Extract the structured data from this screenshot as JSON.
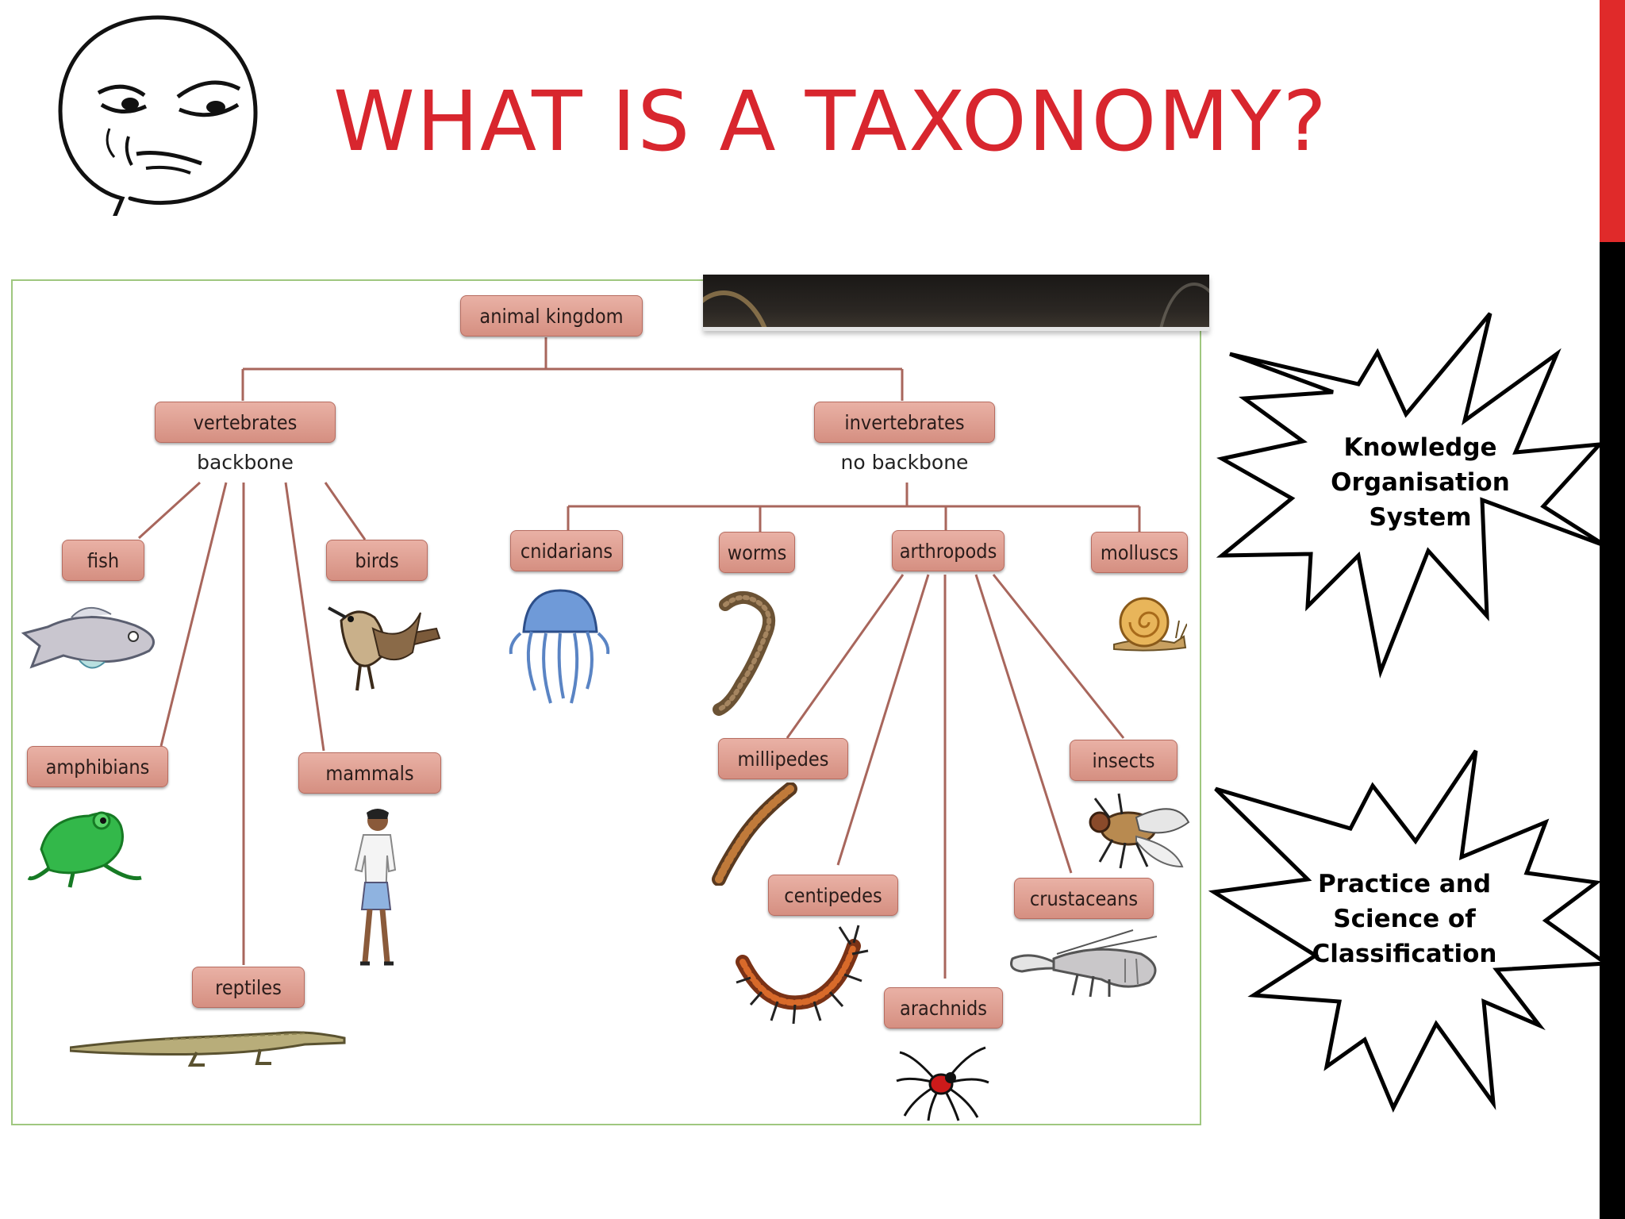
{
  "slide": {
    "title": "WHAT IS A TAXONOMY?",
    "accent_colors": {
      "title": "#d8262e",
      "side_bar_top": "#e02a2a",
      "side_bar_bottom": "#000000",
      "node_fill": "#d99484"
    }
  },
  "diagram": {
    "root": "animal kingdom",
    "vertebrates": {
      "label": "vertebrates",
      "note": "backbone"
    },
    "invertebrates": {
      "label": "invertebrates",
      "note": "no backbone"
    },
    "vertebrate_groups": [
      "fish",
      "birds",
      "amphibians",
      "mammals",
      "reptiles"
    ],
    "invertebrate_groups": [
      "cnidarians",
      "worms",
      "arthropods",
      "molluscs"
    ],
    "arthropod_groups": [
      "millipedes",
      "insects",
      "centipedes",
      "crustaceans",
      "arachnids"
    ],
    "illustrations": [
      "fish-illustration",
      "bird-illustration",
      "frog-illustration",
      "person-illustration",
      "crocodile-illustration",
      "jellyfish-illustration",
      "worm-illustration",
      "snail-illustration",
      "millipede-illustration",
      "fly-illustration",
      "centipede-illustration",
      "lobster-illustration",
      "spider-illustration"
    ]
  },
  "callouts": {
    "top": [
      "Knowledge",
      "Organisation",
      "System"
    ],
    "bottom": [
      "Practice and",
      "Science of",
      "Classification"
    ]
  }
}
